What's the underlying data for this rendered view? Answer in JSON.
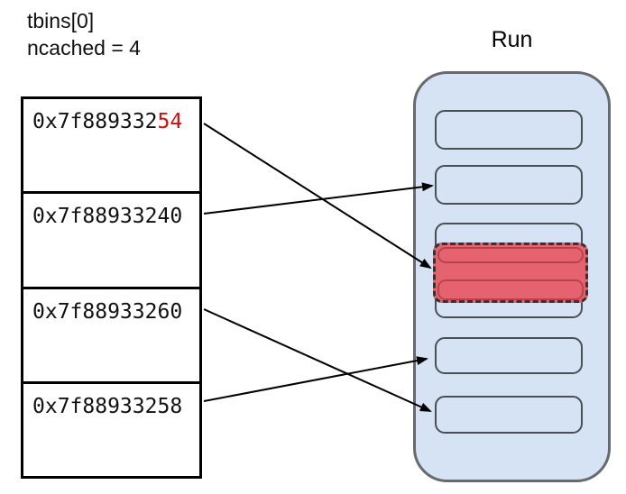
{
  "header": {
    "line1": "tbins[0]",
    "line2": "ncached = 4"
  },
  "run": {
    "title": "Run",
    "slot_count": 5,
    "highlighted_region": {
      "slot_index": 3,
      "style": "red fill, dashed border",
      "sub_regions": 2
    }
  },
  "memory_table": {
    "rows": [
      {
        "address_prefix": "0x7f889332",
        "address_highlight": "54",
        "full_address": "0x7f88933254"
      },
      {
        "address_prefix": "0x7f88933240",
        "address_highlight": "",
        "full_address": "0x7f88933240"
      },
      {
        "address_prefix": "0x7f88933260",
        "address_highlight": "",
        "full_address": "0x7f88933260"
      },
      {
        "address_prefix": "0x7f88933258",
        "address_highlight": "",
        "full_address": "0x7f88933258"
      }
    ]
  },
  "arrows": [
    {
      "from_address": "0x7f88933254",
      "to": "run-highlighted-region"
    },
    {
      "from_address": "0x7f88933240",
      "to": "run-slot-2"
    },
    {
      "from_address": "0x7f88933260",
      "to": "run-slot-5"
    },
    {
      "from_address": "0x7f88933258",
      "to": "run-slot-4"
    }
  ],
  "colors": {
    "address_highlight_red": "#cc1111",
    "region_red_fill": "#e5636e",
    "region_red_border": "#bb424c",
    "dashed_border": "#333333",
    "run_fill": "#d5e3f4",
    "run_border": "#666a6e",
    "slot_border": "#4a4f54",
    "table_border": "#000000"
  }
}
